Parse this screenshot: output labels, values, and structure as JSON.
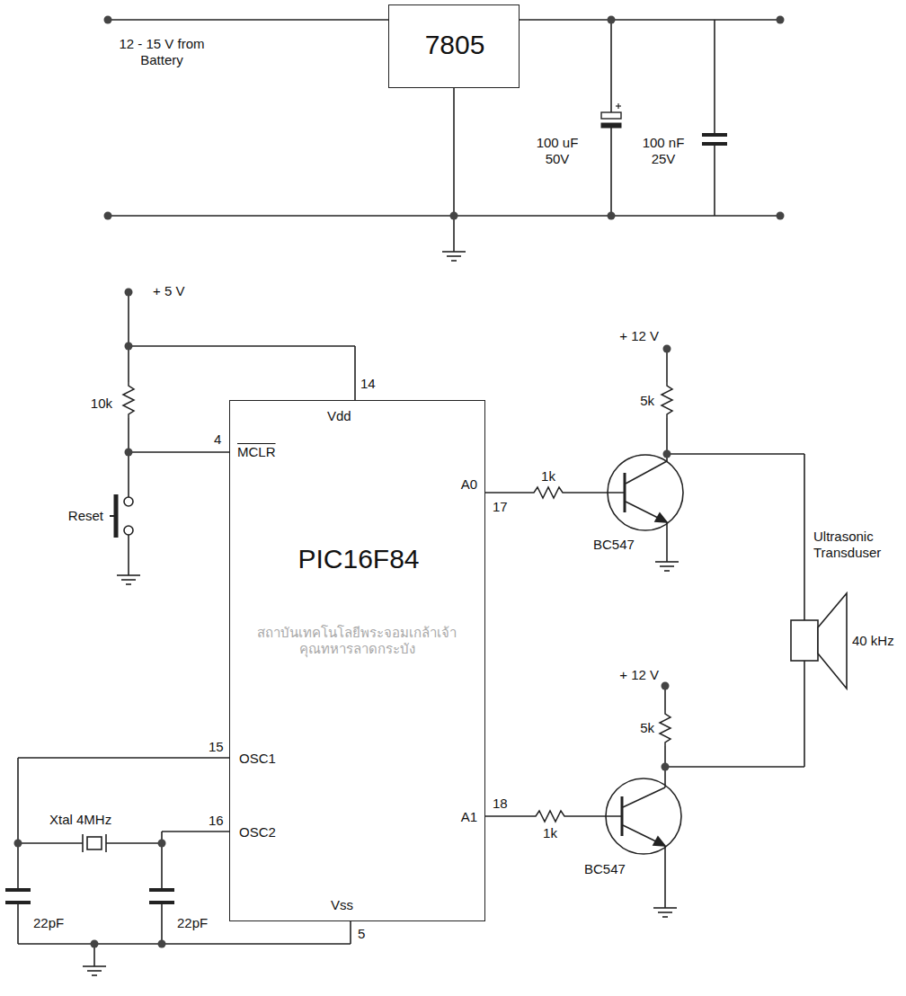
{
  "diagram": {
    "nodes": [
      {
        "text": [
          "7805"
        ]
      },
      {
        "text": [
          "PIC16F84",
          "Vdd",
          "MCLR",
          "A0",
          "OSC1",
          "OSC2",
          "A1",
          "Vss"
        ]
      }
    ],
    "labels": [
      "12 - 15 V from Battery",
      "100 uF 50V",
      "100 nF 25V",
      "+ 5 V",
      "10k",
      "Reset",
      "14",
      "4",
      "17",
      "+ 12 V",
      "5k",
      "1k",
      "BC547",
      "Ultrasonic Transduser",
      "40 kHz",
      "+ 12 V",
      "5k",
      "15",
      "16",
      "Xtal 4MHz",
      "18",
      "1k",
      "BC547",
      "22pF",
      "22pF",
      "5",
      "สถาบันเทคโนโลยีพระจอมเกล้าเจ้าคุณทหารลาดกระบัง"
    ]
  }
}
